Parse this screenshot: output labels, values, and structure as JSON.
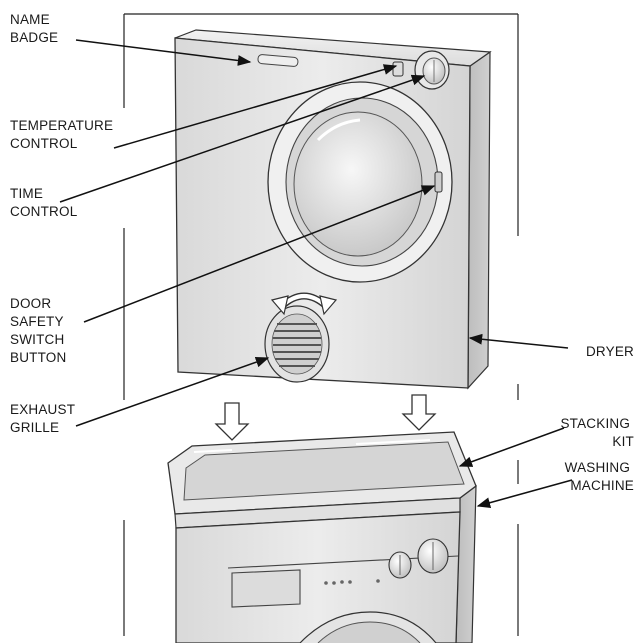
{
  "labels": {
    "name_badge": [
      "NAME",
      "BADGE"
    ],
    "temperature_control": [
      "TEMPERATURE",
      "CONTROL"
    ],
    "time_control": [
      "TIME",
      "CONTROL"
    ],
    "door_safety_switch": [
      "DOOR",
      "SAFETY",
      "SWITCH",
      "BUTTON"
    ],
    "exhaust_grille": [
      "EXHAUST",
      "GRILLE"
    ],
    "dryer": [
      "DRYER"
    ],
    "stacking_kit": [
      "STACKING",
      "KIT"
    ],
    "washing_machine": [
      "WASHING",
      "MACHINE"
    ]
  }
}
